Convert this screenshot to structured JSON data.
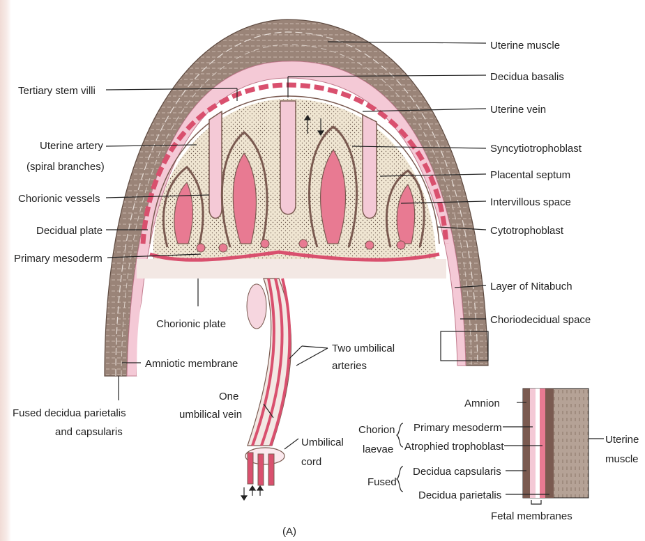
{
  "labels": {
    "uterine_muscle": "Uterine muscle",
    "decidua_basalis": "Decidua basalis",
    "uterine_vein": "Uterine vein",
    "syncytiotrophoblast": "Syncytiotrophoblast",
    "placental_septum": "Placental septum",
    "intervillous_space": "Intervillous space",
    "cytotrophoblast": "Cytotrophoblast",
    "layer_of_nitabuch": "Layer of Nitabuch",
    "choriodecidual_space": "Choriodecidual space",
    "tertiary_stem_villi": "Tertiary stem villi",
    "uterine_artery_1": "Uterine artery",
    "uterine_artery_2": "(spiral branches)",
    "chorionic_vessels": "Chorionic vessels",
    "decidual_plate": "Decidual plate",
    "primary_mesoderm": "Primary mesoderm",
    "chorionic_plate": "Chorionic plate",
    "amniotic_membrane": "Amniotic membrane",
    "fused_decidua_1": "Fused decidua parietalis",
    "fused_decidua_2": "and capsularis",
    "one_umbilical_vein_1": "One",
    "one_umbilical_vein_2": "umbilical vein",
    "two_umbilical_arteries_1": "Two umbilical",
    "two_umbilical_arteries_2": "arteries",
    "umbilical_cord_1": "Umbilical",
    "umbilical_cord_2": "cord",
    "caption": "(A)"
  },
  "inset": {
    "amnion": "Amnion",
    "primary_mesoderm": "Primary mesoderm",
    "atrophied_trophoblast": "Atrophied trophoblast",
    "decidua_capsularis": "Decidua capsularis",
    "decidua_parietalis": "Decidua parietalis",
    "chorion_1": "Chorion",
    "chorion_2": "laevae",
    "fused": "Fused",
    "uterine_muscle_1": "Uterine",
    "uterine_muscle_2": "muscle",
    "fetal_membranes": "Fetal membranes"
  },
  "colors": {
    "muscle": "#9a8478",
    "decidua": "#f4c9d6",
    "vessel": "#d9506e",
    "villus_border": "#7a5a50",
    "intervillous": "#f0e6d2",
    "chorionic_plate": "#f3e8e4"
  }
}
